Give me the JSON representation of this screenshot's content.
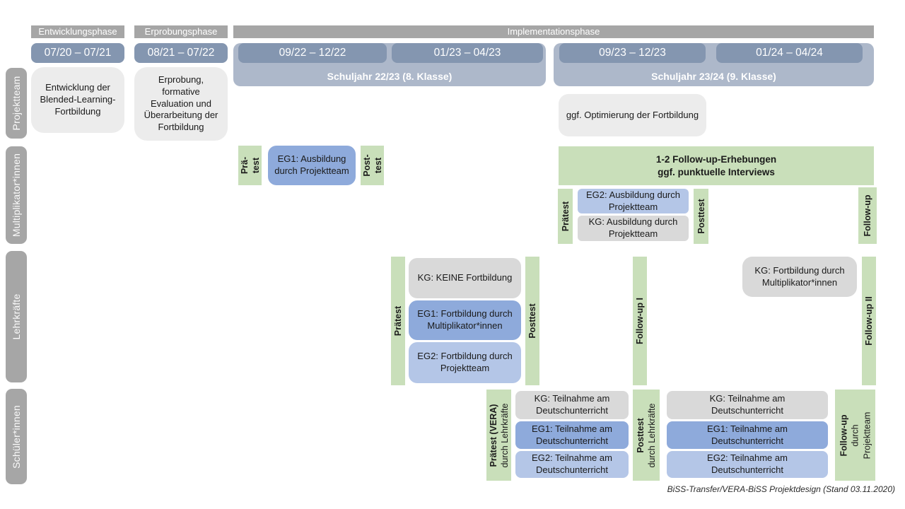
{
  "colors": {
    "phase_bar": "#a6a6a6",
    "row_label": "#a6a6a6",
    "date_pill": "#8496b0",
    "year_band": "#adb8ca",
    "green": "#c9dfba",
    "blue_mid": "#8eaadb",
    "blue_light": "#b4c6e7",
    "gray_box": "#d9d9d9",
    "light_gray_box": "#ececec",
    "text": "#1a1a1a"
  },
  "phases": {
    "entwicklung": "Entwicklungsphase",
    "erprobung": "Erprobungsphase",
    "implementation": "Implementationsphase"
  },
  "dates": {
    "d1": "07/20 – 07/21",
    "d2": "08/21 – 07/22",
    "d3": "09/22 – 12/22",
    "d4": "01/23 – 04/23",
    "d5": "09/23 – 12/23",
    "d6": "01/24 – 04/24"
  },
  "school_years": {
    "y2223": "Schuljahr 22/23 (8. Klasse)",
    "y2324": "Schuljahr 23/24 (9. Klasse)"
  },
  "row_labels": {
    "projektteam": "Projektteam",
    "multiplikatoren": "Multiplikator*innen",
    "lehrkraefte": "Lehrkräfte",
    "schueler": "Schüler*innen"
  },
  "projektteam_row": {
    "entwicklung_box": "Entwicklung der Blended-Learning-Fortbildung",
    "erprobung_box": "Erprobung, formative Evaluation und Überarbeitung der Fortbildung",
    "optimierung_box": "ggf. Optimierung der Fortbildung"
  },
  "multiplikatoren_row": {
    "praetest_short": {
      "line1": "Prä-",
      "line2": "test"
    },
    "eg1_box": "EG1: Ausbildung durch Projektteam",
    "posttest_short": {
      "line1": "Post-",
      "line2": "test"
    },
    "followup_box": {
      "line1": "1-2 Follow-up-Erhebungen",
      "line2": "ggf. punktuelle Interviews"
    },
    "praetest": "Prätest",
    "eg2_box": "EG2: Ausbildung durch Projektteam",
    "kg_box": "KG: Ausbildung durch Projektteam",
    "posttest": "Posttest",
    "followup": "Follow-up"
  },
  "lehrkraefte_row": {
    "praetest": "Prätest",
    "kg_box": "KG: KEINE Fortbildung",
    "eg1_box": "EG1: Fortbildung durch Multiplikator*innen",
    "eg2_box": "EG2: Fortbildung durch Projektteam",
    "posttest": "Posttest",
    "followup1": "Follow-up I",
    "kg2_box": "KG: Fortbildung durch Multiplikator*innen",
    "followup2": "Follow-up II"
  },
  "schueler_row": {
    "praetest": {
      "line1": "Prätest (VERA)",
      "line2": "durch Lehrkräfte"
    },
    "kg_box_1": "KG: Teilnahme am Deutschunterricht",
    "eg1_box_1": "EG1: Teilnahme am Deutschunterricht",
    "eg2_box_1": "EG2: Teilnahme am Deutschunterricht",
    "posttest": {
      "line1": "Posttest",
      "line2": "durch Lehrkräfte"
    },
    "kg_box_2": "KG: Teilnahme am Deutschunterricht",
    "eg1_box_2": "EG1: Teilnahme am Deutschunterricht",
    "eg2_box_2": "EG2: Teilnahme am Deutschunterricht",
    "followup": {
      "line1": "Follow-up",
      "line2": "durch",
      "line3": "Projektteam"
    }
  },
  "caption": "BiSS-Transfer/VERA-BiSS Projektdesign (Stand 03.11.2020)"
}
